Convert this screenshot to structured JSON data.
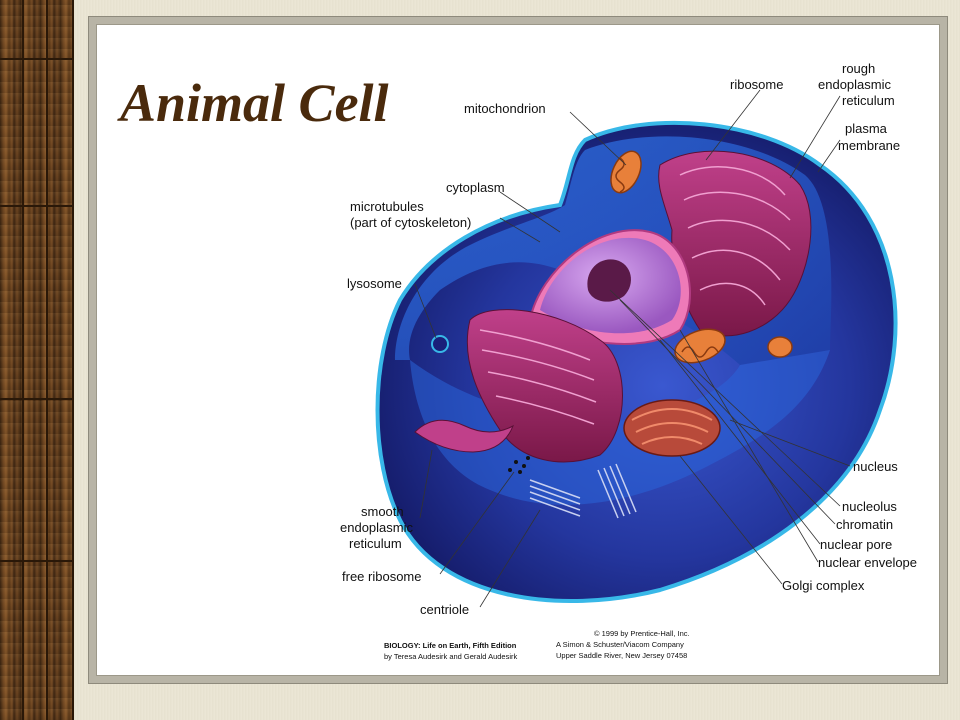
{
  "title": "Animal Cell",
  "labels": {
    "mitochondrion": "mitochondrion",
    "ribosome": "ribosome",
    "rough_er": [
      "rough",
      "endoplasmic",
      "reticulum"
    ],
    "plasma_membrane": [
      "plasma",
      "membrane"
    ],
    "cytoplasm": "cytoplasm",
    "microtubules": [
      "microtubules",
      "(part of cytoskeleton)"
    ],
    "lysosome": "lysosome",
    "nucleus": "nucleus",
    "nucleolus": "nucleolus",
    "chromatin": "chromatin",
    "nuclear_pore": "nuclear pore",
    "nuclear_envelope": "nuclear envelope",
    "golgi": "Golgi complex",
    "smooth_er": [
      "smooth",
      "endoplasmic",
      "reticulum"
    ],
    "free_ribosome": "free ribosome",
    "centriole": "centriole"
  },
  "credits": {
    "book_title": "BIOLOGY: Life on Earth, Fifth Edition",
    "authors": "by Teresa Audesirk and Gerald Audesirk",
    "copyright": "© 1999 by Prentice-Hall, Inc.",
    "company": "A Simon & Schuster/Viacom Company",
    "address": "Upper Saddle River, New Jersey 07458"
  },
  "colors": {
    "title": "#4a2a0c",
    "cell_dark": "#1a1f7a",
    "cell_mid": "#2b44b8",
    "membrane": "#38b8e8",
    "er": "#a0286a",
    "nucleus": "#c77ad8",
    "mitochondrion": "#e8803a"
  }
}
